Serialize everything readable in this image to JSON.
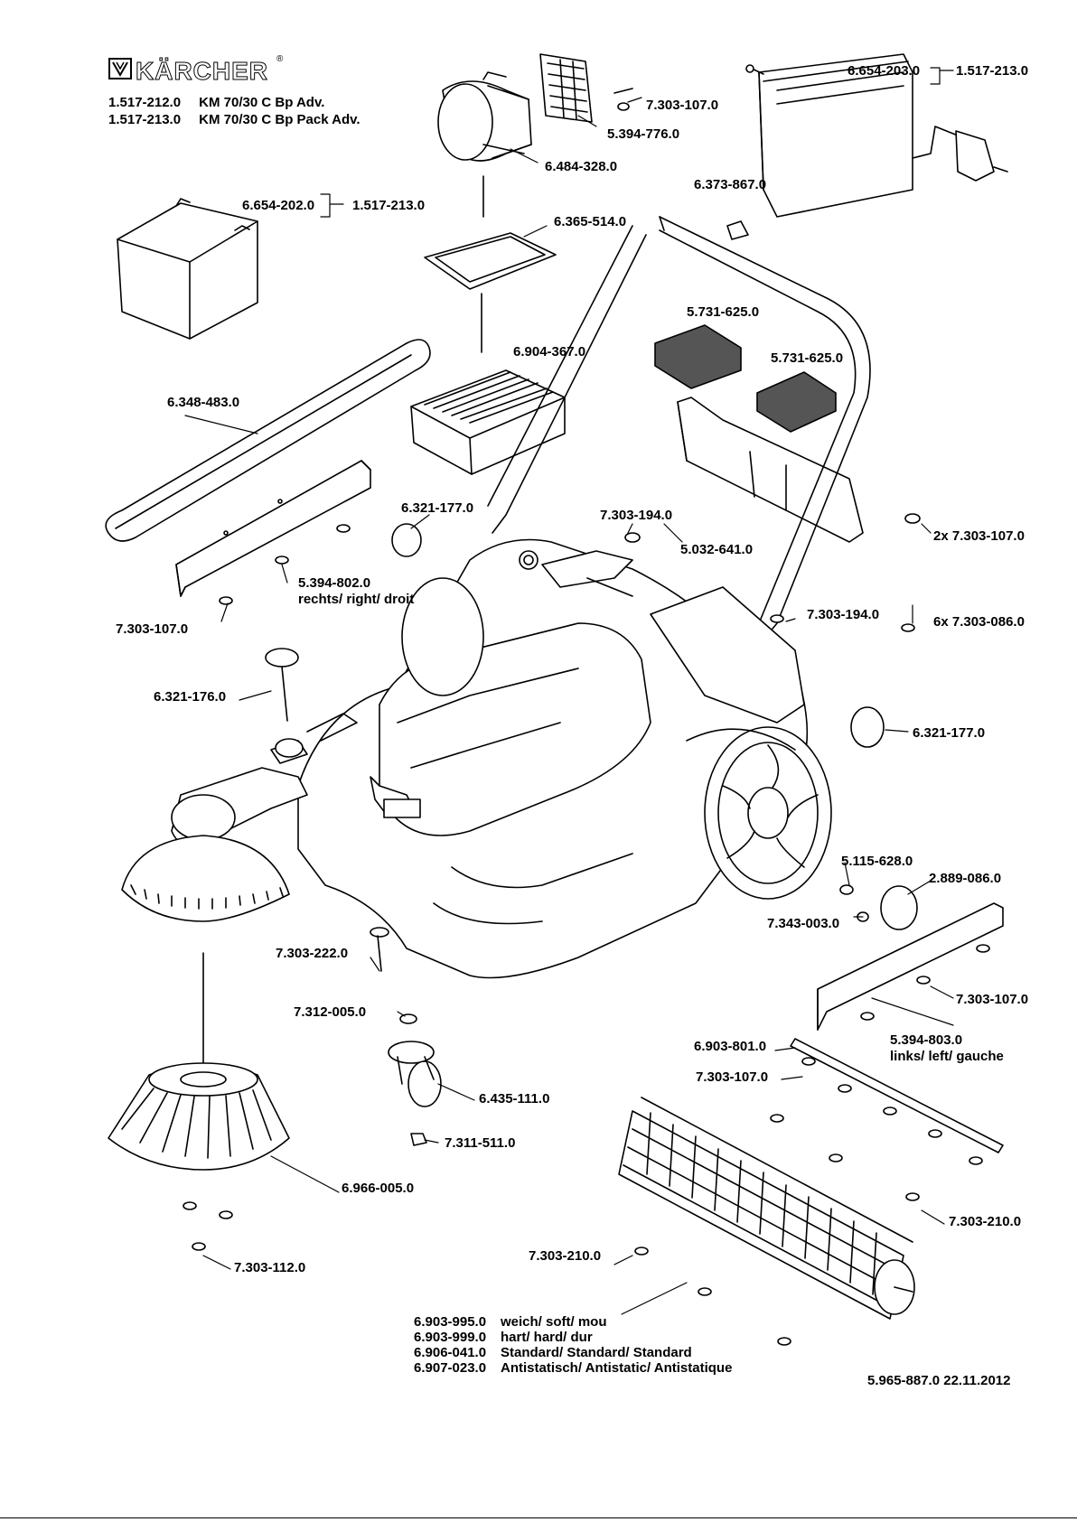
{
  "brand": {
    "name": "KÄRCHER",
    "reg": "®"
  },
  "models": [
    {
      "number": "1.517-212.0",
      "name": "KM 70/30 C Bp Adv."
    },
    {
      "number": "1.517-213.0",
      "name": "KM 70/30 C Bp Pack Adv."
    }
  ],
  "labels": {
    "l1": "6.654-203.0",
    "l1b": "1.517-213.0",
    "l2": "7.303-107.0",
    "l3": "5.394-776.0",
    "l4": "6.484-328.0",
    "l5": "6.373-867.0",
    "l6": "6.654-202.0",
    "l6b": "1.517-213.0",
    "l7": "6.365-514.0",
    "l8": "5.731-625.0",
    "l9": "5.731-625.0",
    "l10": "6.904-367.0",
    "l11": "6.348-483.0",
    "l12": "6.321-177.0",
    "l13": "7.303-194.0",
    "l14": "5.032-641.0",
    "l15": "2x 7.303-107.0",
    "l16": "5.394-802.0",
    "l16b": "rechts/ right/ droit",
    "l17": "7.303-107.0",
    "l18": "7.303-194.0",
    "l19": "6x 7.303-086.0",
    "l20": "6.321-176.0",
    "l21": "6.321-177.0",
    "l22": "5.115-628.0",
    "l23": "2.889-086.0",
    "l24": "7.343-003.0",
    "l25": "7.303-222.0",
    "l26": "7.303-107.0",
    "l27": "7.312-005.0",
    "l28": "5.394-803.0",
    "l28b": "links/ left/ gauche",
    "l29": "6.903-801.0",
    "l30": "7.303-107.0",
    "l31": "6.435-111.0",
    "l32": "7.311-511.0",
    "l33": "6.966-005.0",
    "l34": "7.303-210.0",
    "l35": "7.303-210.0",
    "l36": "7.303-112.0"
  },
  "roller_variants": [
    {
      "number": "6.903-995.0",
      "desc": "weich/ soft/ mou"
    },
    {
      "number": "6.903-999.0",
      "desc": "hart/ hard/ dur"
    },
    {
      "number": "6.906-041.0",
      "desc": "Standard/ Standard/ Standard"
    },
    {
      "number": "6.907-023.0",
      "desc": "Antistatisch/ Antistatic/ Antistatique"
    }
  ],
  "footer": "5.965-887.0  22.11.2012"
}
